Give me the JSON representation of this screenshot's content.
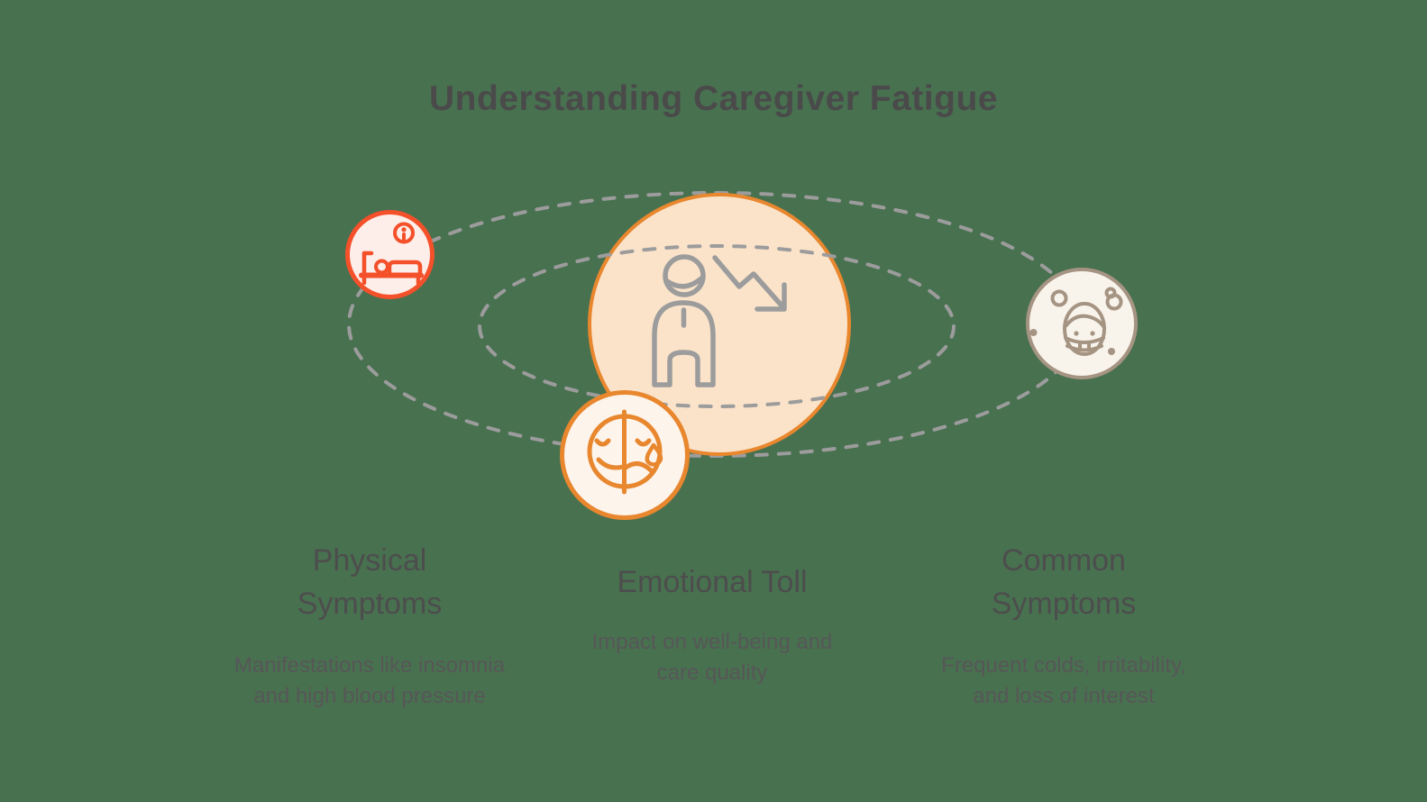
{
  "title": "Understanding Caregiver Fatigue",
  "colors": {
    "background": "#487150",
    "title_text": "#4A4A4A",
    "heading_text": "#4D4D4D",
    "body_text": "#575757",
    "orange": "#E8872E",
    "peach_fill": "#FBE3CA",
    "cream_fill": "#FDF4EC",
    "red": "#F4502A",
    "red_fill": "#FDEEE9",
    "taupe": "#A69483",
    "taupe_fill": "#F8F4EC",
    "grey_line": "#9C9C9C",
    "icon_grey": "#9C9C9C"
  },
  "diagram": {
    "center_icon": "caregiver-decline-icon",
    "orbit_style": "two dashed concentric ellipses",
    "satellites": [
      {
        "id": "physical",
        "icon": "bed-insomnia-icon"
      },
      {
        "id": "emotional",
        "icon": "half-sad-face-tear-icon"
      },
      {
        "id": "common",
        "icon": "sick-mask-face-icon"
      }
    ]
  },
  "sections": [
    {
      "heading": "Physical Symptoms",
      "body": "Manifestations like insomnia and high blood pressure"
    },
    {
      "heading": "Emotional Toll",
      "body": "Impact on well-being and care quality"
    },
    {
      "heading": "Common Symptoms",
      "body": "Frequent colds, irritability, and loss of interest"
    }
  ]
}
